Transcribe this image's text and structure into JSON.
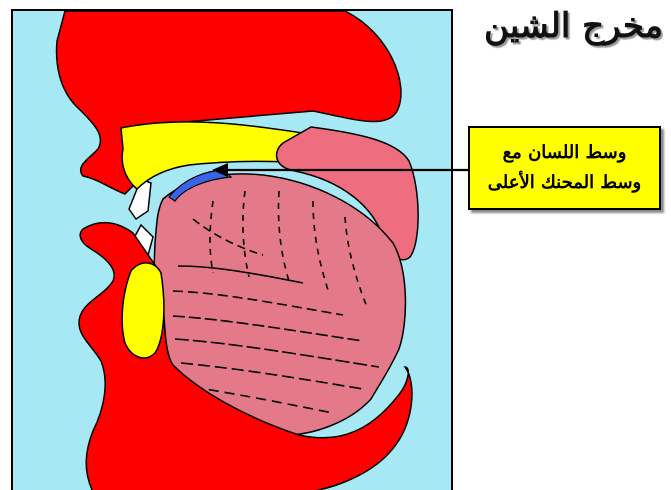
{
  "title": "مخرج الشين",
  "callout": {
    "line1": "وسط اللسان مع",
    "line2": "وسط المحنك الأعلى"
  },
  "colors": {
    "background_air": "#a6e8f4",
    "tissue_red": "#ff0000",
    "bone_yellow": "#ffff00",
    "palate_pink": "#ee6e80",
    "tongue_pink": "#e4798a",
    "articulation_blue": "#3a63e6",
    "teeth": "#ffffff",
    "callout_bg": "#ffff00"
  },
  "icons": {
    "diagram": "sagittal-mouth-section-icon",
    "arrow": "left-pointing-arrow-icon"
  }
}
